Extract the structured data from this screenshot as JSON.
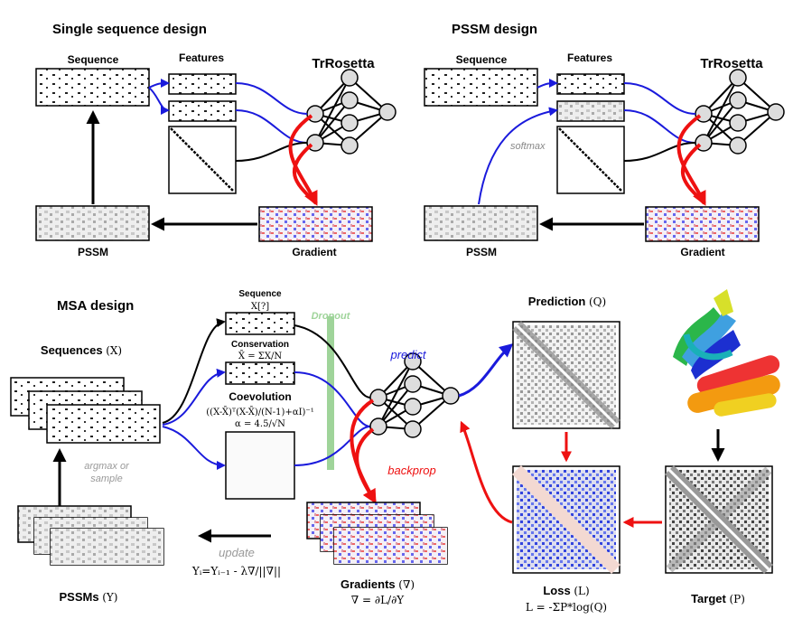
{
  "single": {
    "title": "Single sequence design",
    "sequence": "Sequence",
    "features": "Features",
    "network": "TrRosetta",
    "pssm": "PSSM",
    "gradient": "Gradient"
  },
  "pssm_design": {
    "title": "PSSM design",
    "sequence": "Sequence",
    "features": "Features",
    "network": "TrRosetta",
    "softmax": "softmax",
    "pssm": "PSSM",
    "gradient": "Gradient"
  },
  "msa": {
    "title": "MSA design",
    "sequences": "Sequences",
    "sequences_sym": "(X)",
    "feat_sequence": "Sequence",
    "feat_sequence_eq": "X[?]",
    "conservation": "Conservation",
    "conservation_eq": "X̄ = ΣX/N",
    "coevolution": "Coevolution",
    "coevolution_eq": "((X-X̄)ᵀ(X-X̄)/(N-1)+αI)⁻¹",
    "alpha_eq": "α = 4.5/√N",
    "dropout": "Dropout",
    "predict": "predict",
    "backprop": "backprop",
    "argmax_1": "argmax or",
    "argmax_2": "sample",
    "update": "update",
    "update_eq": "Yᵢ=Yᵢ₋₁ - λ∇/||∇||",
    "pssms": "PSSMs",
    "pssms_sym": "(Y)",
    "gradients": "Gradients",
    "gradients_sym": "(∇)",
    "gradients_eq": "∇ = ∂L/∂Y",
    "prediction": "Prediction",
    "prediction_sym": "(Q)",
    "loss": "Loss",
    "loss_sym": "(L)",
    "loss_eq": "L = -ΣP*log(Q)",
    "target": "Target",
    "target_sym": "(P)"
  },
  "colors": {
    "blue": "#1a1adc",
    "red": "#ee1111",
    "black": "#000000",
    "dropout": "#9fd49a",
    "softmax_text": "#888888",
    "ital_gray": "#999999"
  }
}
